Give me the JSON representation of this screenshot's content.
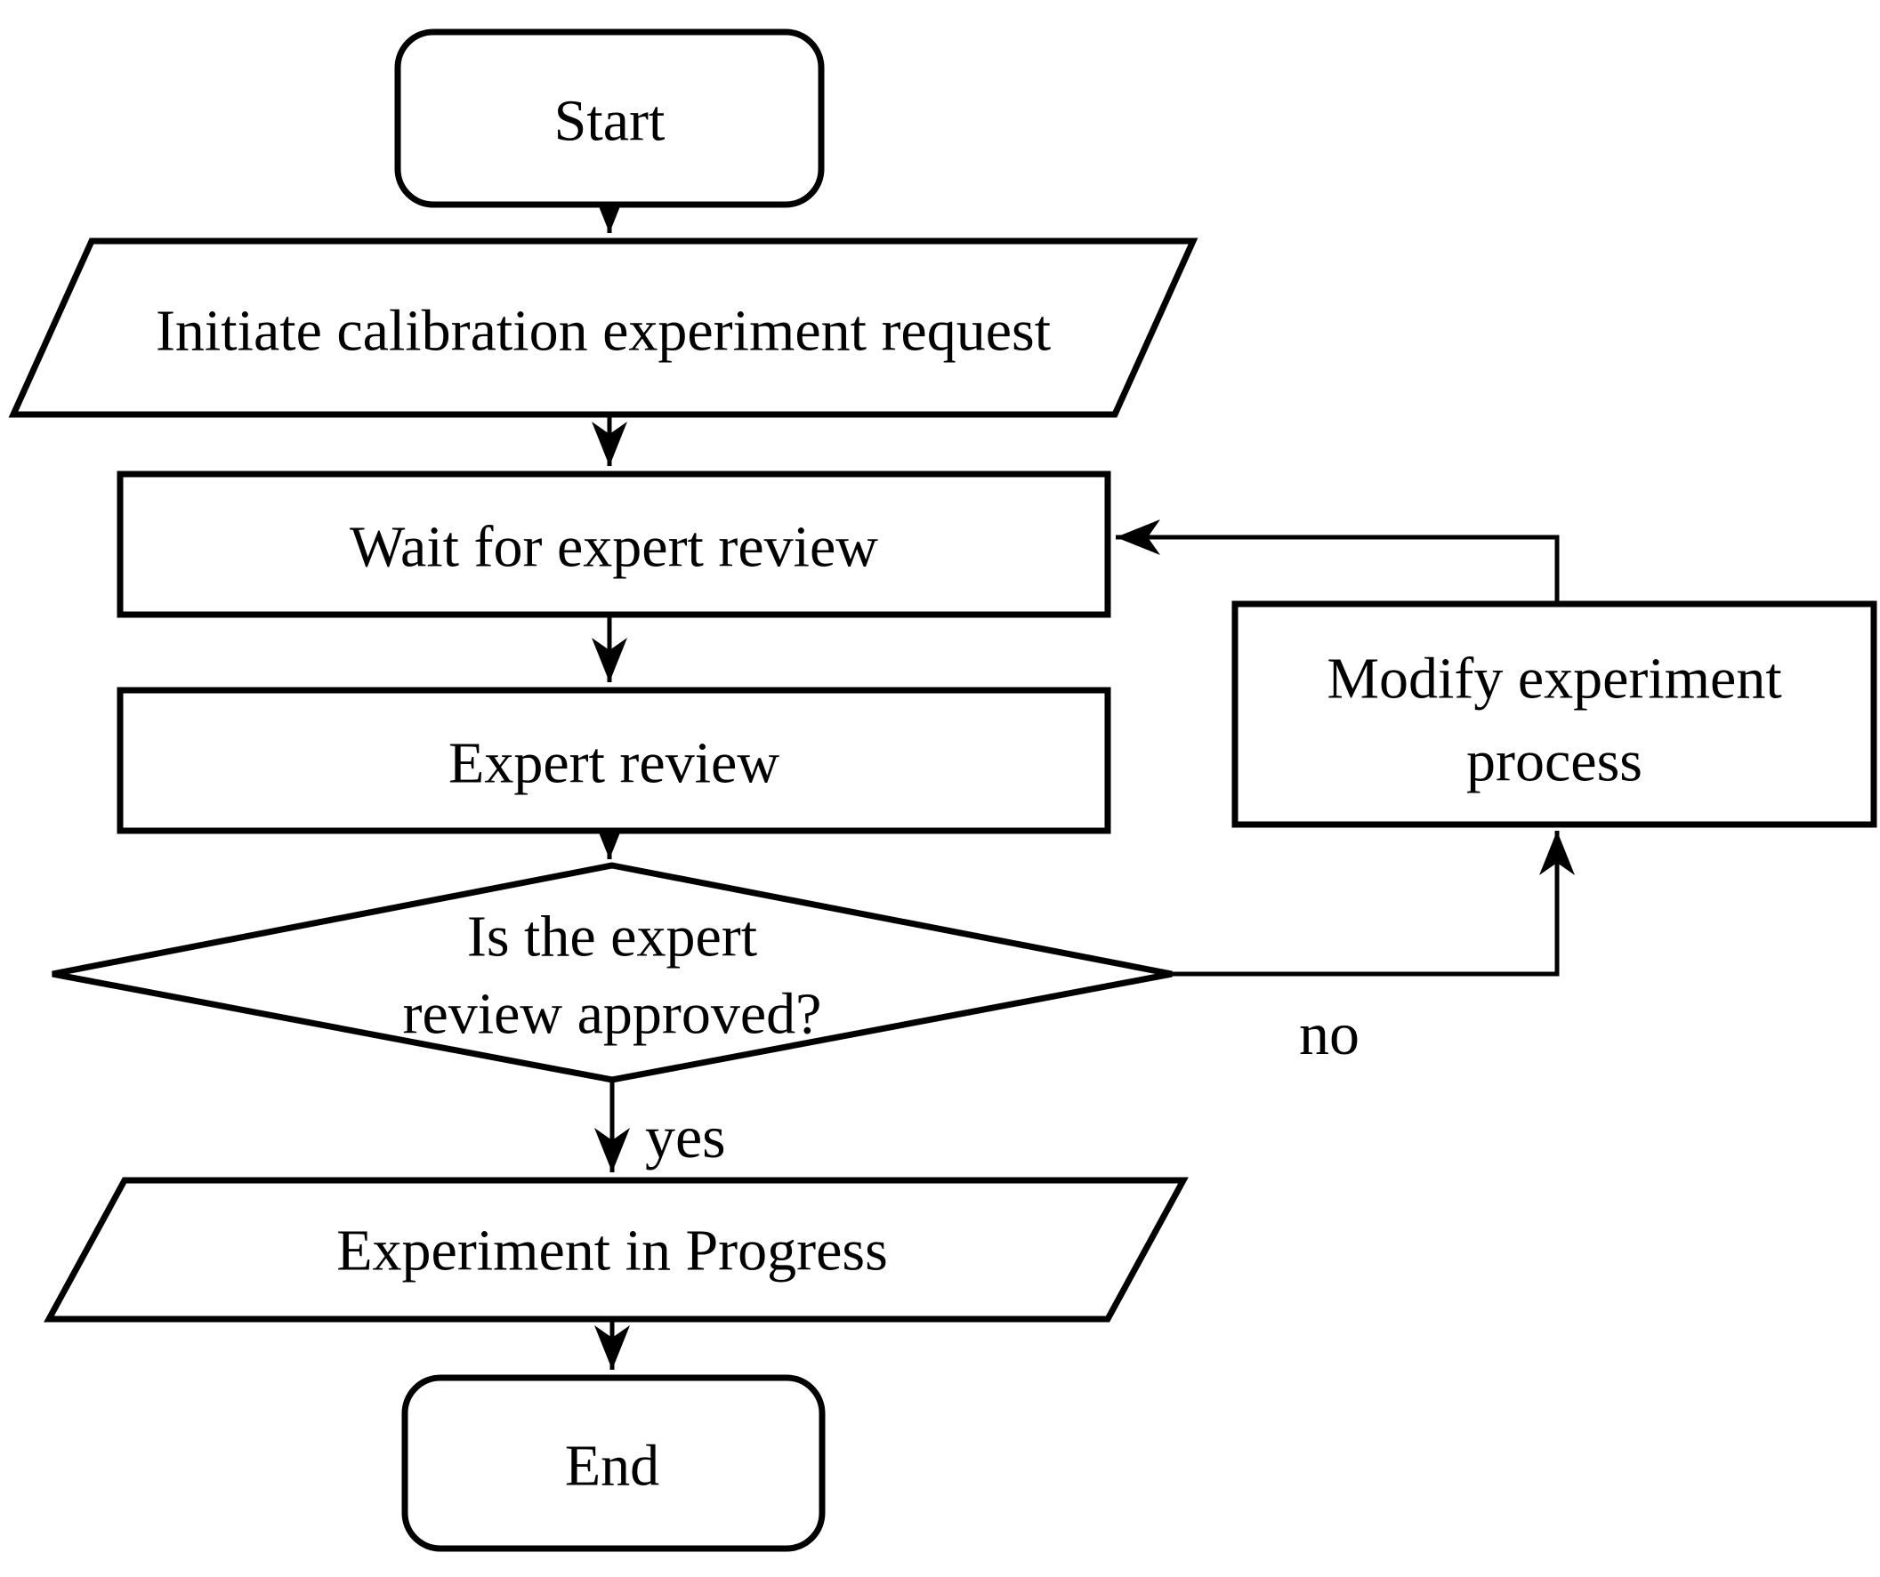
{
  "flowchart": {
    "colors": {
      "background": "#ffffff",
      "stroke": "#000000",
      "text": "#000000"
    },
    "nodes": {
      "start": {
        "type": "terminator",
        "label": "Start"
      },
      "initiate_request": {
        "type": "input-output",
        "label": "Initiate calibration experiment request"
      },
      "wait_review": {
        "type": "process",
        "label": "Wait for expert review"
      },
      "expert_review": {
        "type": "process",
        "label": "Expert review"
      },
      "approval_decision": {
        "type": "decision",
        "label": "Is the expert review approved?",
        "line1": "Is the expert",
        "line2": "review approved?"
      },
      "modify_process": {
        "type": "process",
        "label": "Modify experiment process",
        "line1": "Modify experiment",
        "line2": "process"
      },
      "experiment_in_progress": {
        "type": "input-output",
        "label": "Experiment in Progress"
      },
      "end": {
        "type": "terminator",
        "label": "End"
      }
    },
    "edge_labels": {
      "yes": "yes",
      "no": "no"
    }
  }
}
